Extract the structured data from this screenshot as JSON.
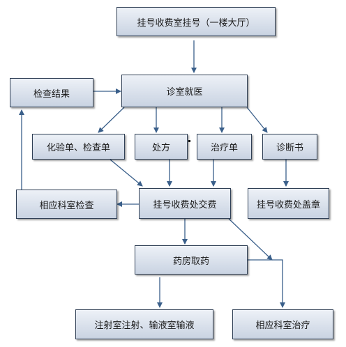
{
  "nodes": {
    "registration": "挂号收费室挂号（一楼大厅）",
    "consultation": "诊室就医",
    "exam_results": "检查结果",
    "lab_forms": "化验单、检查单",
    "prescription": "处方",
    "treatment_form": "治疗单",
    "diagnosis_cert": "诊断书",
    "dept_exam": "相应科室检查",
    "payment": "挂号收费处交费",
    "stamp": "挂号收费处盖章",
    "pharmacy": "药房取药",
    "injection": "注射室注射、输液室输液",
    "dept_treatment": "相应科室治疗"
  },
  "colors": {
    "box_border": "#2f3f55",
    "box_fill_top": "#edf1f7",
    "box_fill_bottom": "#c9d3e2",
    "arrow": "#3a5f8a"
  }
}
